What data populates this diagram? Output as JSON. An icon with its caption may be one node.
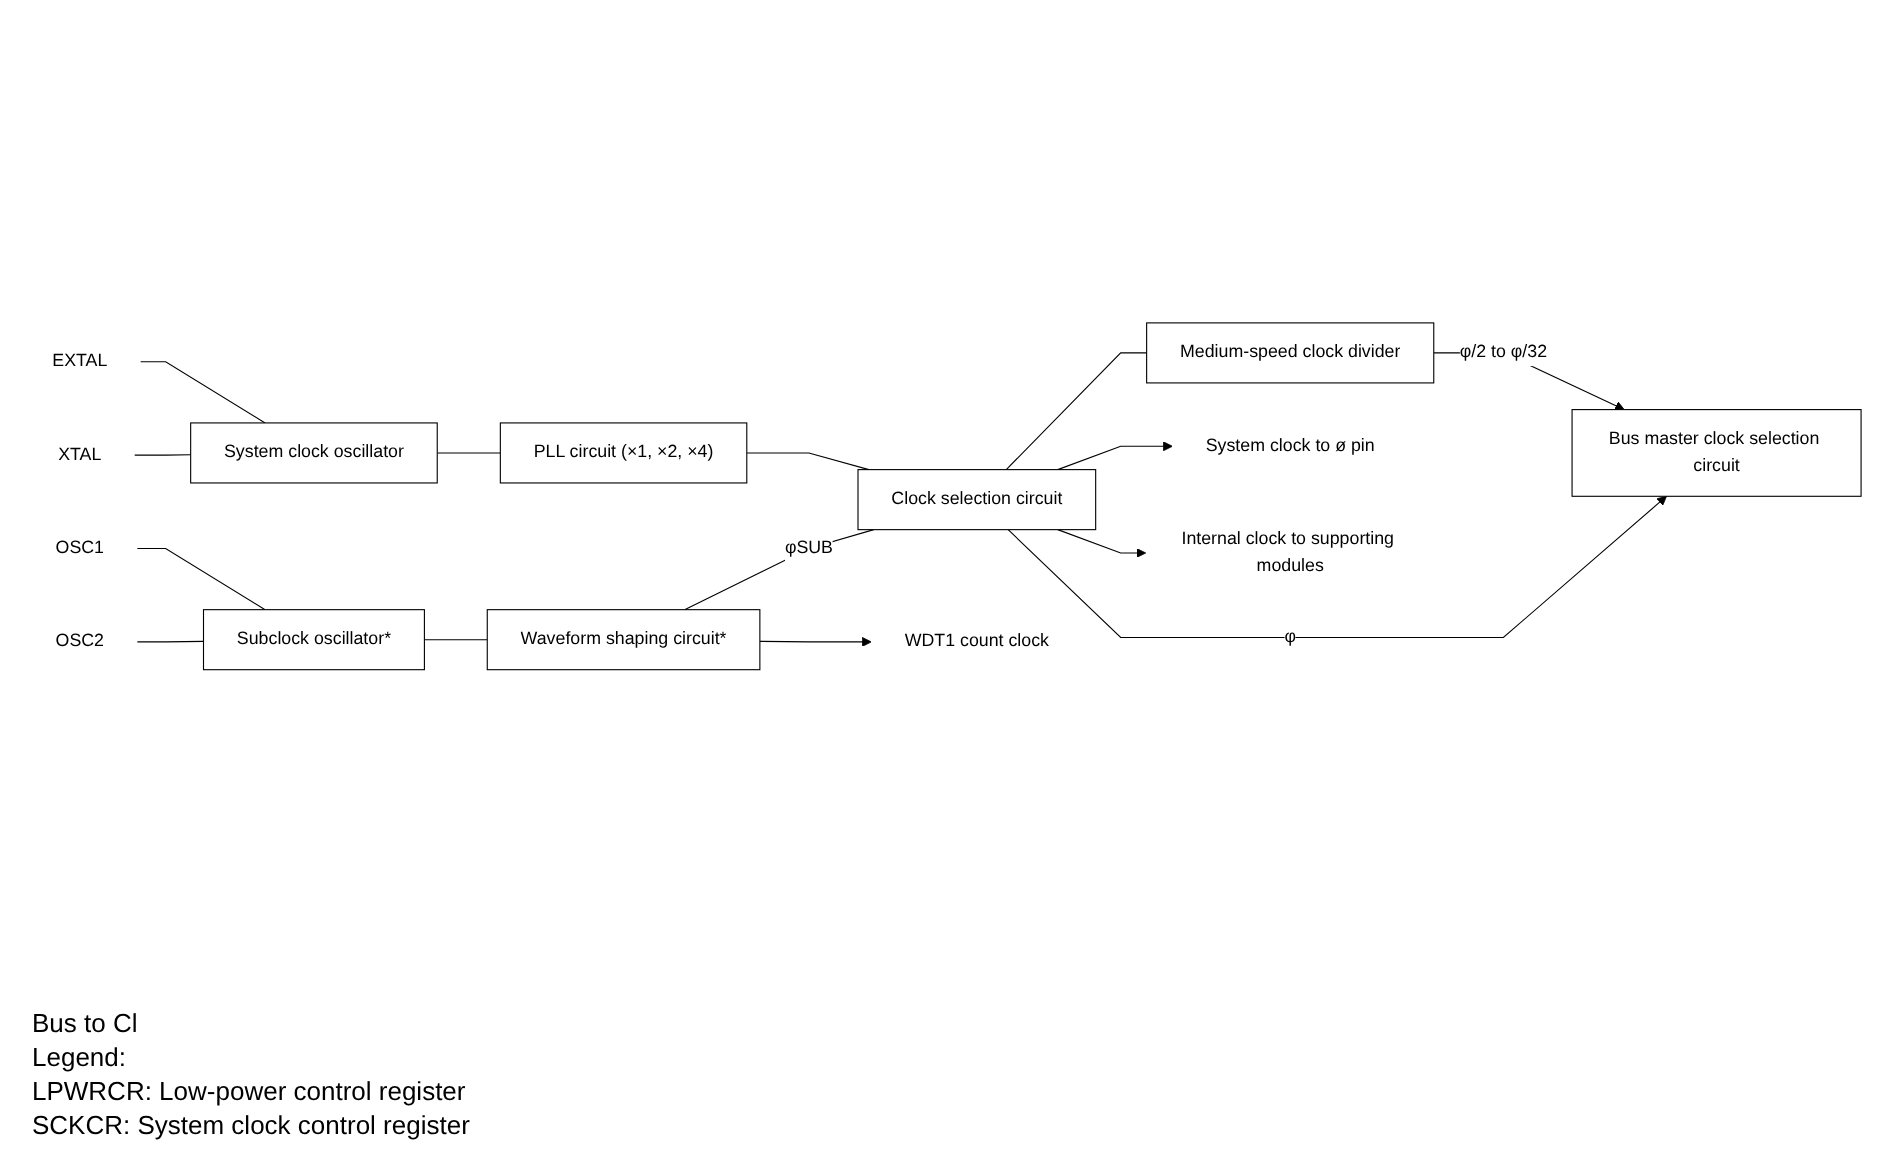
{
  "diagram": {
    "nodes": [
      {
        "text": [
          "EXTAL"
        ]
      },
      {
        "text": [
          "XTAL"
        ]
      },
      {
        "text": [
          "System clock oscillator"
        ]
      },
      {
        "text": [
          "PLL circuit (×1, ×2, ×4)"
        ]
      },
      {
        "text": [
          "Clock selection circuit"
        ]
      },
      {
        "text": [
          "Medium-speed clock divider"
        ]
      },
      {
        "text": [
          "Bus master clock selection circuit"
        ]
      },
      {
        "text": [
          "OSC1"
        ]
      },
      {
        "text": [
          "OSC2"
        ]
      },
      {
        "text": [
          "Subclock oscillator*"
        ]
      },
      {
        "text": [
          "Waveform shaping circuit*"
        ]
      },
      {
        "text": [
          "System clock to ø pin"
        ]
      },
      {
        "text": [
          "Internal clock to supporting modules"
        ]
      },
      {
        "text": [
          "WDT1 count clock"
        ]
      }
    ],
    "edges": [
      {
        "from": 0,
        "to": 2,
        "arrow": "none"
      },
      {
        "from": 1,
        "to": 2,
        "arrow": "none"
      },
      {
        "from": 2,
        "to": 3,
        "arrow": "none"
      },
      {
        "from": 3,
        "to": 4,
        "arrow": "none"
      },
      {
        "from": 7,
        "to": 9,
        "arrow": "none"
      },
      {
        "from": 8,
        "to": 9,
        "arrow": "none"
      },
      {
        "from": 9,
        "to": 10,
        "arrow": "none"
      },
      {
        "from": 10,
        "to": 4,
        "arrow": "none",
        "label": "φSUB"
      },
      {
        "from": 10,
        "to": 13,
        "arrow": "to"
      },
      {
        "from": 4,
        "to": 5,
        "arrow": "none"
      },
      {
        "from": 5,
        "to": 6,
        "arrow": "to",
        "label": "φ/2 to φ/32"
      },
      {
        "from": 4,
        "to": 6,
        "arrow": "to",
        "label": "φ"
      },
      {
        "from": 4,
        "to": 11,
        "arrow": "to"
      },
      {
        "from": 4,
        "to": 12,
        "arrow": "to"
      }
    ],
    "labels": [
      "Bus to Cl",
      "Legend:",
      "LPWRCR: Low-power control register",
      "SCKCR: System clock control register"
    ]
  }
}
